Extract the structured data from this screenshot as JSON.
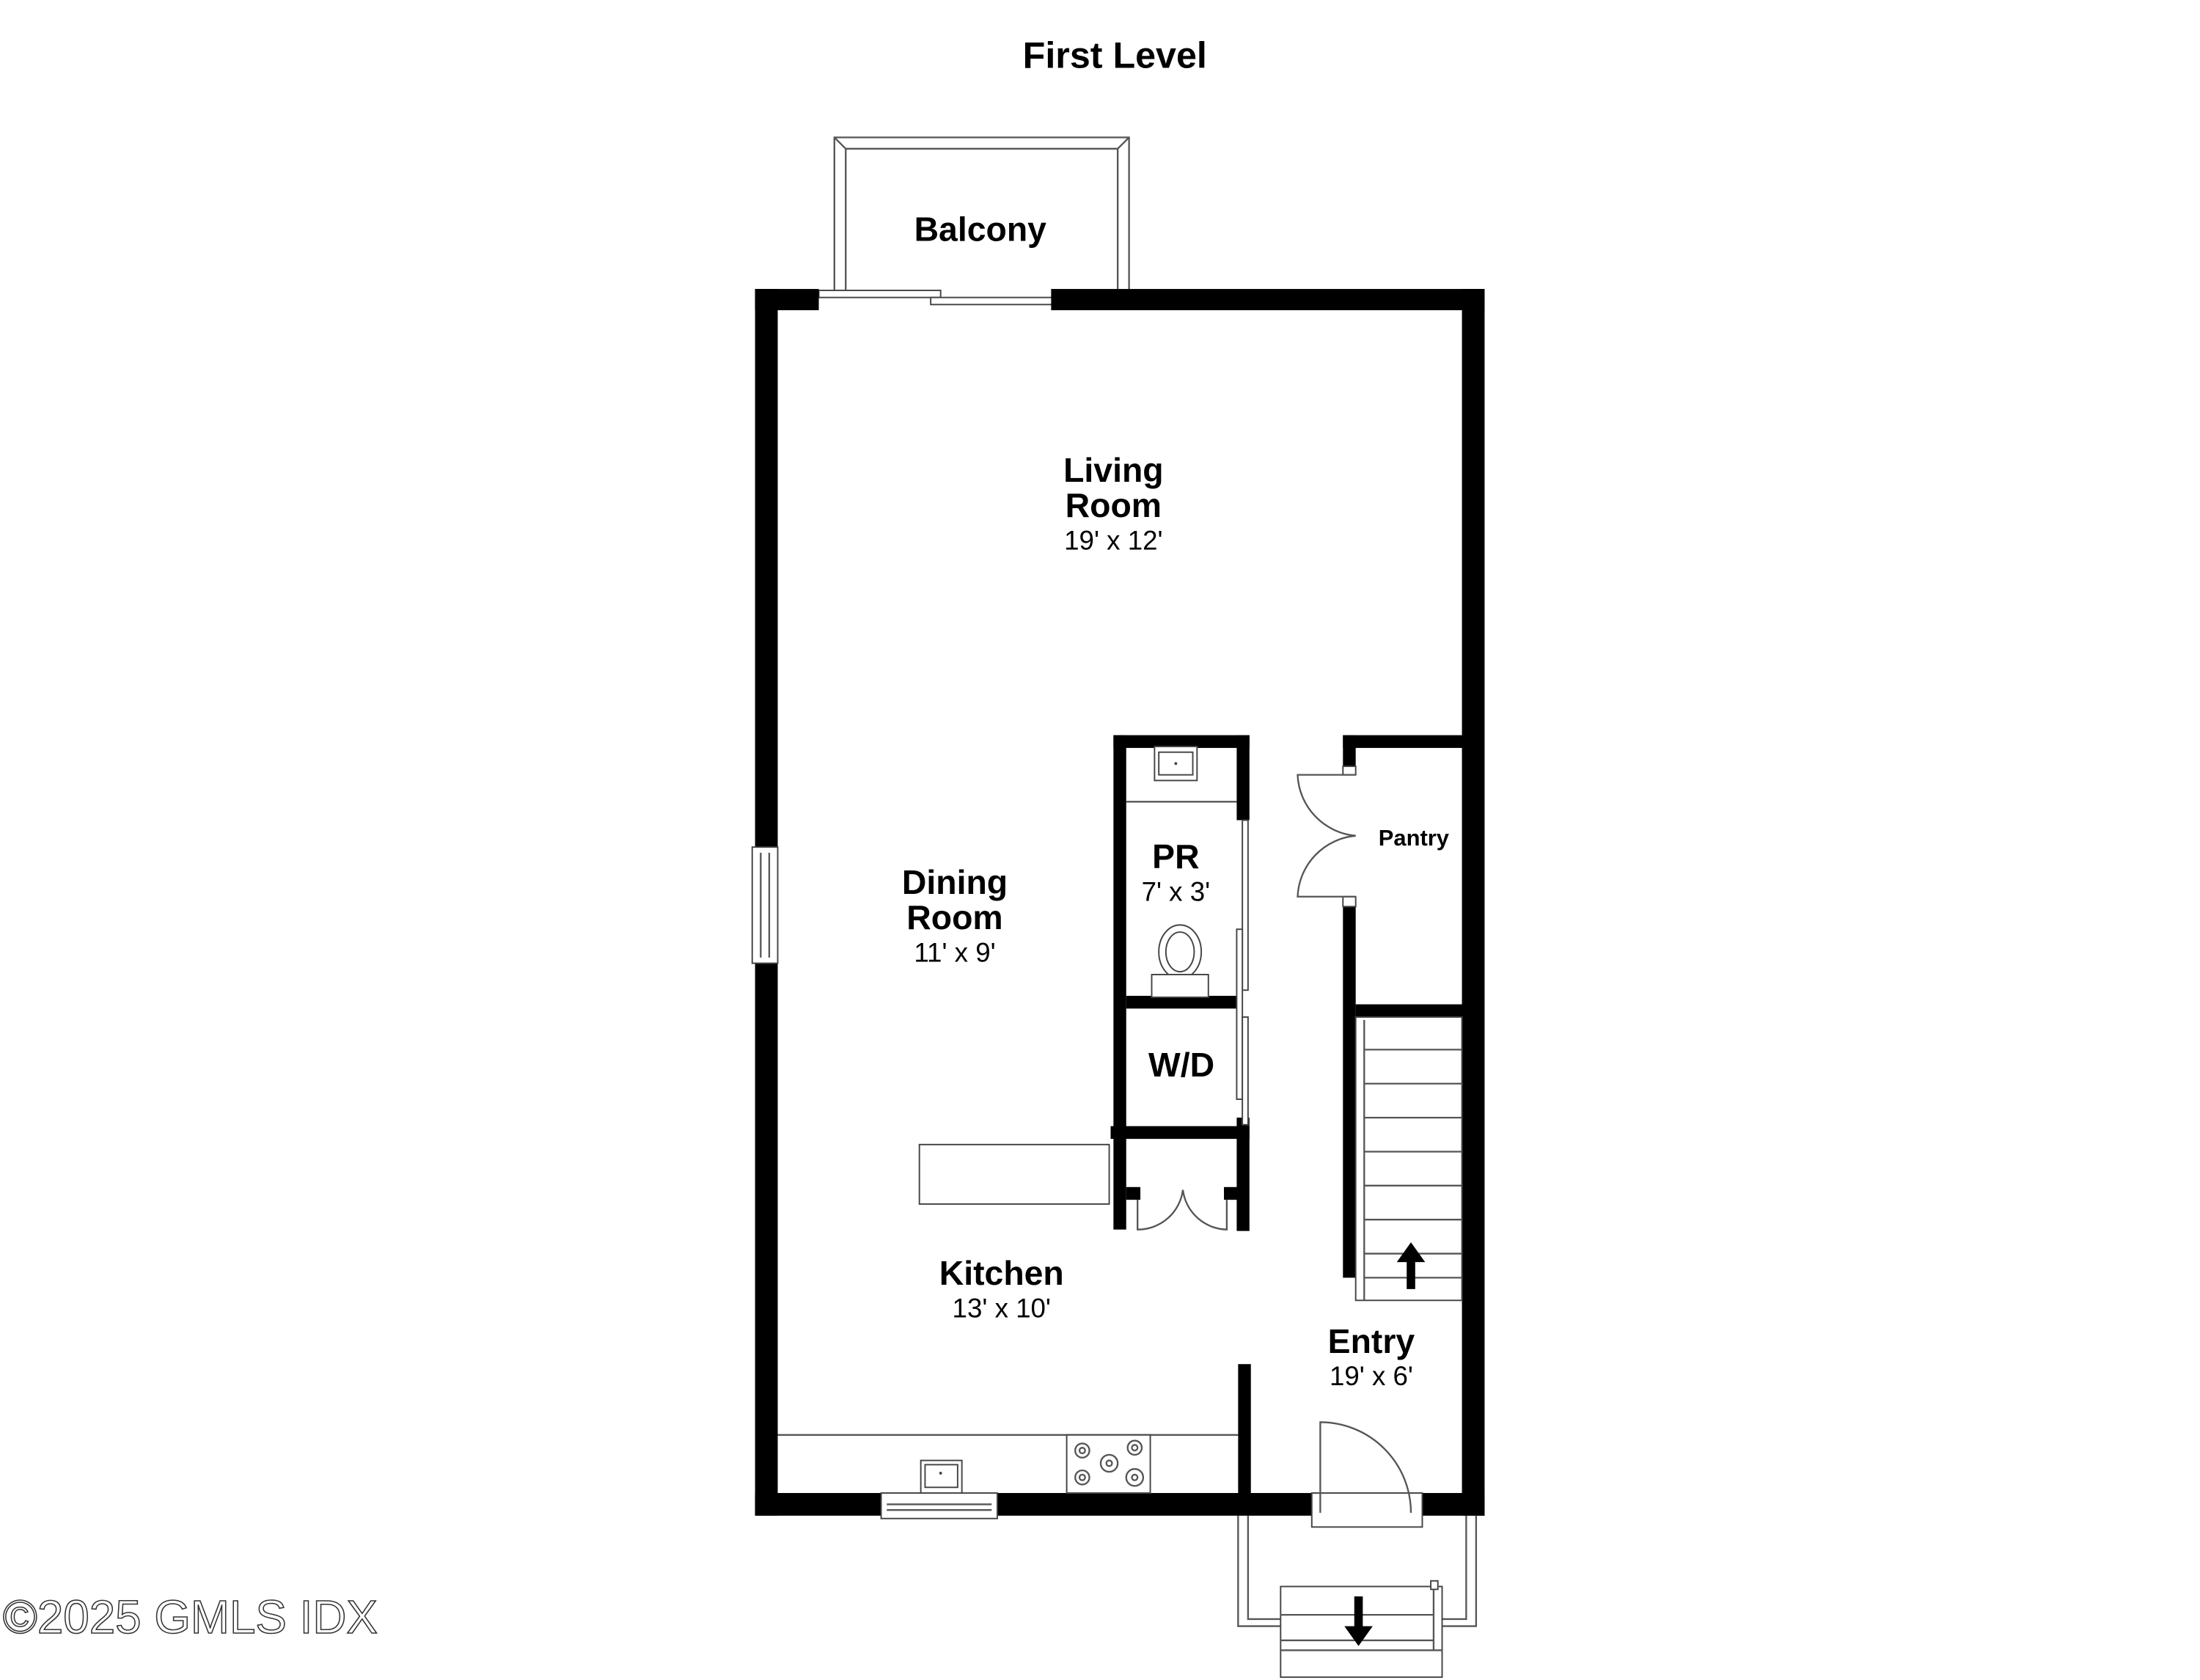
{
  "title": "First Level",
  "watermark": "©2025 GMLS IDX",
  "colors": {
    "wall": "#000000",
    "fixture_line": "#555555",
    "background": "#ffffff"
  },
  "rooms": [
    {
      "id": "balcony",
      "name": "Balcony",
      "name_line2": "",
      "dimensions": ""
    },
    {
      "id": "living",
      "name": "Living",
      "name_line2": "Room",
      "dimensions": "19' x 12'"
    },
    {
      "id": "dining",
      "name": "Dining",
      "name_line2": "Room",
      "dimensions": "11' x 9'"
    },
    {
      "id": "pr",
      "name": "PR",
      "name_line2": "",
      "dimensions": "7' x 3'"
    },
    {
      "id": "pantry",
      "name": "Pantry",
      "name_line2": "",
      "dimensions": ""
    },
    {
      "id": "wd",
      "name": "W/D",
      "name_line2": "",
      "dimensions": ""
    },
    {
      "id": "kitchen",
      "name": "Kitchen",
      "name_line2": "",
      "dimensions": "13' x 10'"
    },
    {
      "id": "entry",
      "name": "Entry",
      "name_line2": "",
      "dimensions": "19' x 6'"
    }
  ],
  "icons": {
    "stairs_up": "arrow-up",
    "stairs_down": "arrow-down",
    "toilet": "toilet",
    "sink": "sink",
    "cooktop": "cooktop"
  }
}
